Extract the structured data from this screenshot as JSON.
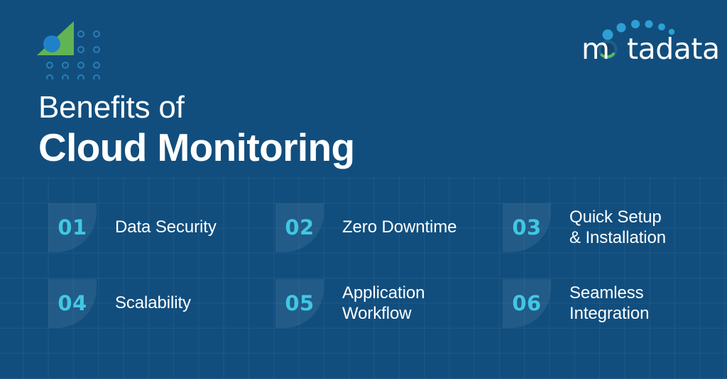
{
  "page": {
    "background_color": "#114e7e",
    "accent_color": "#41c7e3",
    "green_color": "#5cb85c",
    "blue_dot_color": "#2180c4"
  },
  "brand_mark": {
    "icon_name": "triangle-dots-mark",
    "triangle_color": "#62b354",
    "circle_color": "#1f82c8",
    "dot_ring_color": "#2a7fb5"
  },
  "logo": {
    "name": "motadata-logo",
    "text_before": "m",
    "text_after": "tadata",
    "full_text": "motadata",
    "ring_color": "#1c4f78",
    "ring_accent_color": "#5cb85c",
    "arc_dot_color": "#2e9fd4"
  },
  "headline": {
    "line1": "Benefits of",
    "line2": "Cloud Monitoring"
  },
  "benefits": [
    {
      "number": "01",
      "label": "Data Security"
    },
    {
      "number": "02",
      "label": "Zero Downtime"
    },
    {
      "number": "03",
      "label": "Quick Setup\n& Installation"
    },
    {
      "number": "04",
      "label": "Scalability"
    },
    {
      "number": "05",
      "label": "Application\nWorkflow"
    },
    {
      "number": "06",
      "label": "Seamless\nIntegration"
    }
  ]
}
